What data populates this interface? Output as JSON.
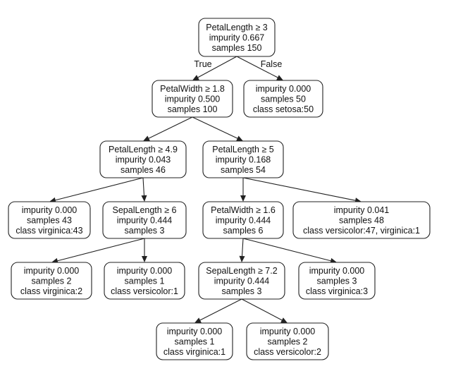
{
  "tree": {
    "nodes": [
      {
        "id": "n0",
        "lines": [
          "PetalLength ≥ 3",
          "impurity 0.667",
          "samples 150"
        ]
      },
      {
        "id": "n1",
        "lines": [
          "PetalWidth ≥ 1.8",
          "impurity 0.500",
          "samples 100"
        ]
      },
      {
        "id": "n2",
        "lines": [
          "impurity 0.000",
          "samples 50",
          "class setosa:50"
        ]
      },
      {
        "id": "n3",
        "lines": [
          "PetalLength ≥ 4.9",
          "impurity 0.043",
          "samples 46"
        ]
      },
      {
        "id": "n4",
        "lines": [
          "PetalLength ≥ 5",
          "impurity 0.168",
          "samples 54"
        ]
      },
      {
        "id": "n5",
        "lines": [
          "impurity 0.000",
          "samples 43",
          "class virginica:43"
        ]
      },
      {
        "id": "n6",
        "lines": [
          "SepalLength ≥ 6",
          "impurity 0.444",
          "samples 3"
        ]
      },
      {
        "id": "n7",
        "lines": [
          "PetalWidth ≥ 1.6",
          "impurity 0.444",
          "samples 6"
        ]
      },
      {
        "id": "n8",
        "lines": [
          "impurity 0.041",
          "samples 48",
          "class versicolor:47, virginica:1"
        ]
      },
      {
        "id": "n9",
        "lines": [
          "impurity 0.000",
          "samples 2",
          "class virginica:2"
        ]
      },
      {
        "id": "n10",
        "lines": [
          "impurity 0.000",
          "samples 1",
          "class versicolor:1"
        ]
      },
      {
        "id": "n11",
        "lines": [
          "SepalLength ≥ 7.2",
          "impurity 0.444",
          "samples 3"
        ]
      },
      {
        "id": "n12",
        "lines": [
          "impurity 0.000",
          "samples 3",
          "class virginica:3"
        ]
      },
      {
        "id": "n13",
        "lines": [
          "impurity 0.000",
          "samples 1",
          "class virginica:1"
        ]
      },
      {
        "id": "n14",
        "lines": [
          "impurity 0.000",
          "samples 2",
          "class versicolor:2"
        ]
      }
    ],
    "edges": [
      {
        "from": "n0",
        "to": "n1",
        "label": "True"
      },
      {
        "from": "n0",
        "to": "n2",
        "label": "False"
      },
      {
        "from": "n1",
        "to": "n3"
      },
      {
        "from": "n1",
        "to": "n4"
      },
      {
        "from": "n3",
        "to": "n5"
      },
      {
        "from": "n3",
        "to": "n6"
      },
      {
        "from": "n4",
        "to": "n7"
      },
      {
        "from": "n4",
        "to": "n8"
      },
      {
        "from": "n6",
        "to": "n9"
      },
      {
        "from": "n6",
        "to": "n10"
      },
      {
        "from": "n7",
        "to": "n11"
      },
      {
        "from": "n7",
        "to": "n12"
      },
      {
        "from": "n11",
        "to": "n13"
      },
      {
        "from": "n11",
        "to": "n14"
      }
    ]
  }
}
